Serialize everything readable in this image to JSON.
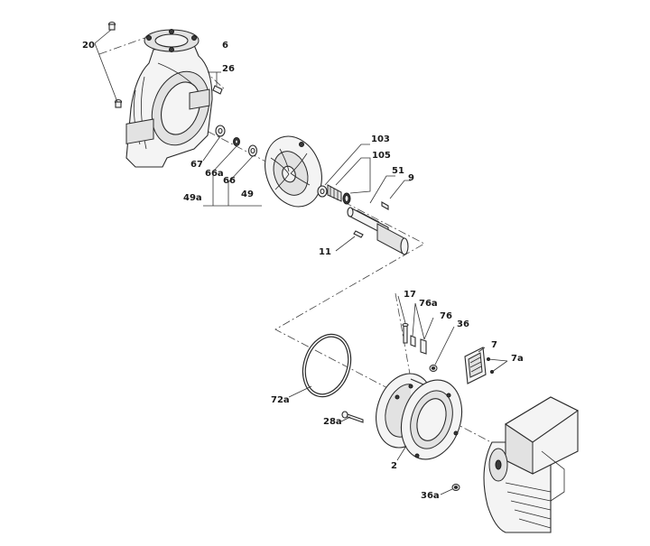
{
  "labels": [
    {
      "id": "20",
      "text": "20"
    },
    {
      "id": "6",
      "text": "6"
    },
    {
      "id": "26",
      "text": "26"
    },
    {
      "id": "67",
      "text": "67"
    },
    {
      "id": "66a",
      "text": "66a"
    },
    {
      "id": "66",
      "text": "66"
    },
    {
      "id": "49a",
      "text": "49a"
    },
    {
      "id": "49",
      "text": "49"
    },
    {
      "id": "103",
      "text": "103"
    },
    {
      "id": "105",
      "text": "105"
    },
    {
      "id": "51",
      "text": "51"
    },
    {
      "id": "9",
      "text": "9"
    },
    {
      "id": "11",
      "text": "11"
    },
    {
      "id": "17",
      "text": "17"
    },
    {
      "id": "76a",
      "text": "76a"
    },
    {
      "id": "76",
      "text": "76"
    },
    {
      "id": "36",
      "text": "36"
    },
    {
      "id": "7",
      "text": "7"
    },
    {
      "id": "7a",
      "text": "7a"
    },
    {
      "id": "72a",
      "text": "72a"
    },
    {
      "id": "28a",
      "text": "28a"
    },
    {
      "id": "2",
      "text": "2"
    },
    {
      "id": "36a",
      "text": "36a"
    }
  ]
}
